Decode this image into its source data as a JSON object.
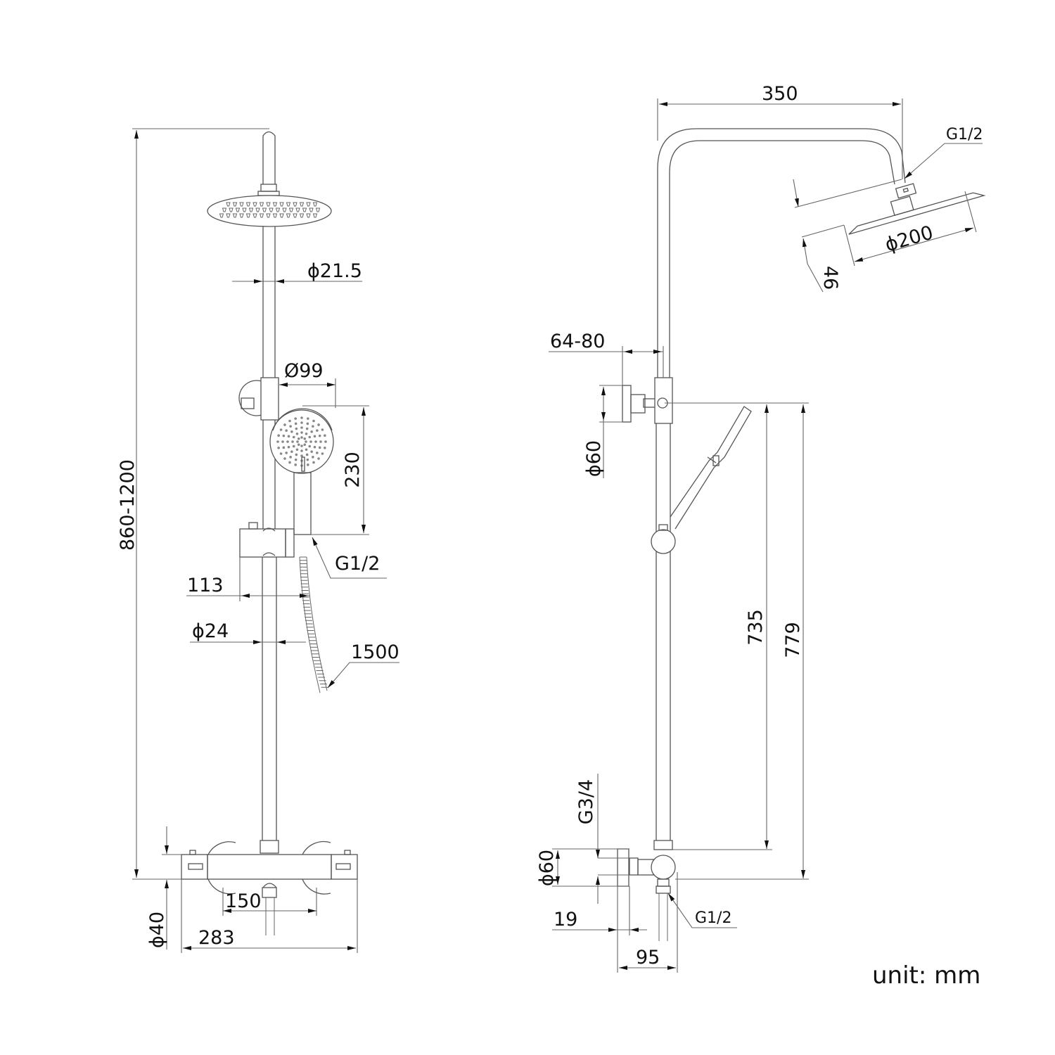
{
  "title": "Thermostatic shower system dimension drawing",
  "unit_label": "unit: mm",
  "front_view": {
    "dimensions": {
      "overall_height": "860-1200",
      "pipe_upper_diameter": "ϕ21.5",
      "hand_shower_diameter": "Ø99",
      "hand_shower_length": "230",
      "hose_connection": "G1/2",
      "holder_offset": "113",
      "pipe_lower_diameter": "ϕ24",
      "hose_length": "1500",
      "valve_centers": "150",
      "valve_body_diameter": "ϕ40",
      "valve_width": "283"
    }
  },
  "side_view": {
    "dimensions": {
      "arm_reach": "350",
      "head_connection": "G1/2",
      "head_diameter": "ϕ200",
      "head_thickness": "46",
      "wall_bracket_offset": "64-80",
      "wall_bracket_diameter": "ϕ60",
      "holder_height": "735",
      "bracket_height": "779",
      "inlet_thread": "G3/4",
      "inlet_flange_diameter": "ϕ60",
      "flange_depth": "19",
      "valve_projection": "95",
      "outlet_connection": "G1/2"
    }
  },
  "colors": {
    "line": "#555555",
    "text": "#111111",
    "background": "#ffffff"
  }
}
